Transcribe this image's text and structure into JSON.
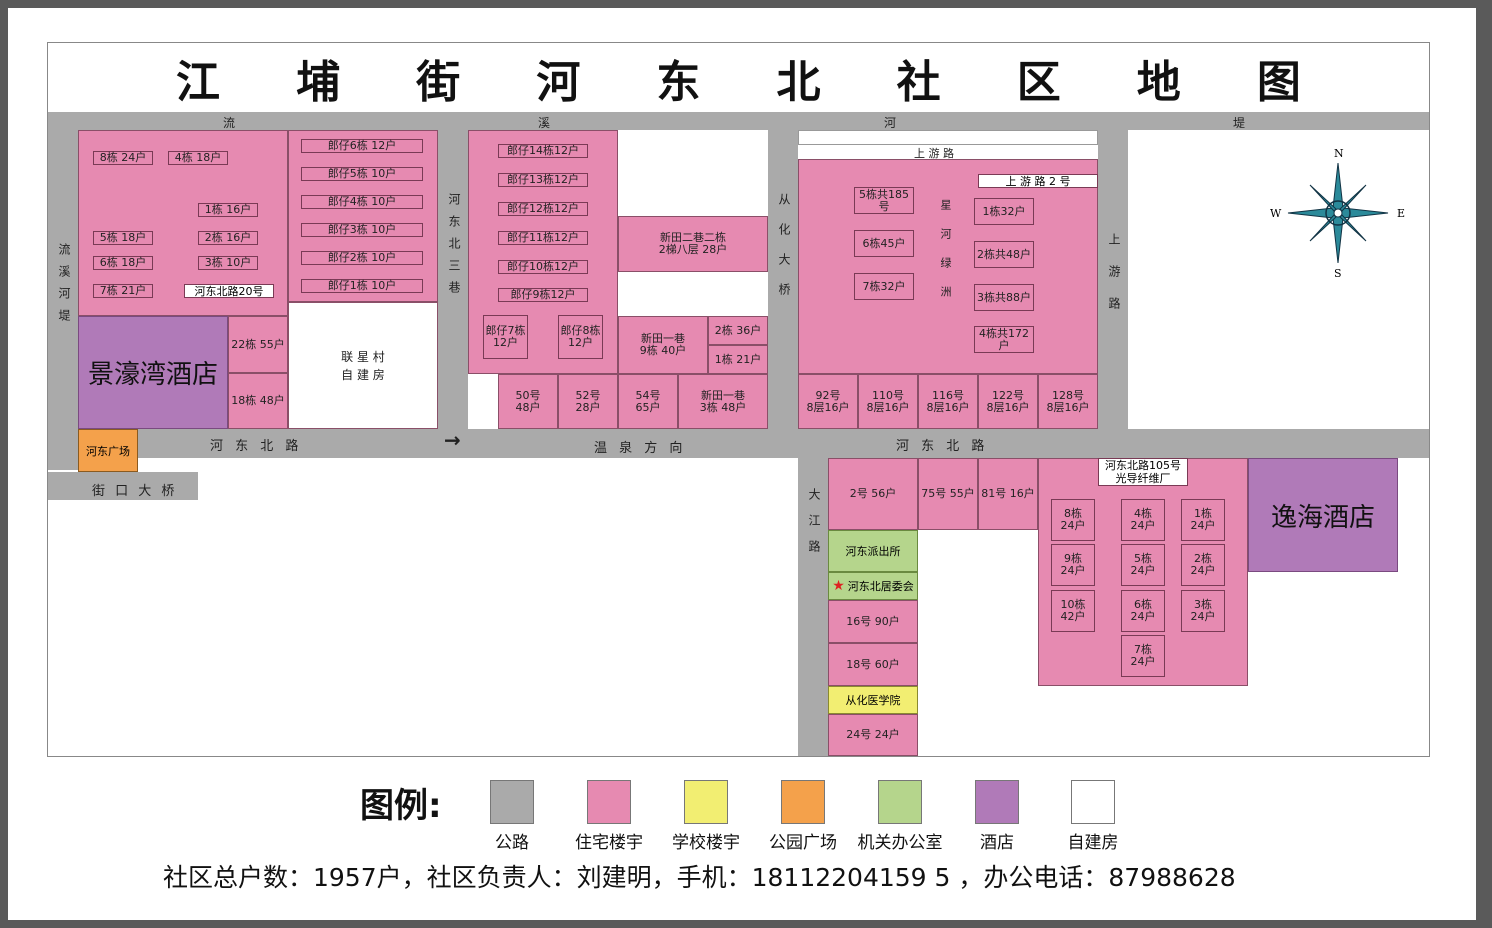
{
  "title": "江 埔 街 河 东 北 社 区 地 图",
  "title_chars": [
    "江",
    "埔",
    "街",
    "河",
    "东",
    "北",
    "社",
    "区",
    "地",
    "图"
  ],
  "roads": {
    "top_river": [
      "流",
      "溪",
      "河",
      "堤"
    ],
    "liuxi_left": "流溪河堤",
    "hedong_san": "河东北三巷",
    "conghua_bridge": "从化大桥",
    "shangyou_lu": "上游路",
    "shangyou_road_top": "上  游  路",
    "hedongbei_lu": "河 东 北 路",
    "hedongbei_lu_right": "河 东 北 路",
    "wenquan": "温 泉 方 向",
    "jiekou_bridge": "街 口 大 桥",
    "dajiang_lu": "大江路",
    "arrow": "→"
  },
  "colors": {
    "road": "#aaaaaa",
    "residential": "#e68ab1",
    "school": "#f2ee72",
    "park": "#f4a14b",
    "government": "#b5d58c",
    "hotel": "#b07ab8",
    "self_built": "#ffffff"
  },
  "blocks": {
    "a1": [
      "8栋 24户",
      "4栋 18户",
      "1栋 16户",
      "5栋 18户",
      "2栋 16户",
      "6栋 18户",
      "3栋 10户",
      "7栋 21户"
    ],
    "a1_addr": "河东北路20号",
    "jingyu_hotel": "景濠湾酒店",
    "b22": "22栋 55户",
    "b18": "18栋 48户",
    "park": "河东广场",
    "langzai_a": [
      "郎仔6栋  12户",
      "郎仔5栋  10户",
      "郎仔4栋  10户",
      "郎仔3栋  10户",
      "郎仔2栋  10户",
      "郎仔1栋  10户"
    ],
    "lianxing": "联 星 村\n自 建 房",
    "langzai_b": [
      "郎仔14栋12户",
      "郎仔13栋12户",
      "郎仔12栋12户",
      "郎仔11栋12户",
      "郎仔10栋12户",
      "郎仔9栋12户"
    ],
    "langzai7": "郎仔7栋\n12户",
    "langzai8": "郎仔8栋\n12户",
    "xintian2": "新田二巷二栋\n2梯八层 28户",
    "xintian1a": "新田一巷\n9栋 40户",
    "x2dong": "2栋 36户",
    "x1dong": "1栋 21户",
    "row1": [
      "50号\n48户",
      "52号\n28户",
      "54号\n65户",
      "新田一巷\n3栋 48户"
    ],
    "xinghe_name": "星河绿洲",
    "shangyou2": "上  游  路 2 号",
    "xinghe": [
      "5栋共185号",
      "6栋45户",
      "7栋32户",
      "1栋32户",
      "2栋共48户",
      "3栋共88户",
      "4栋共172户"
    ],
    "row2": [
      "92号\n8层16户",
      "110号\n8层16户",
      "116号\n8层16户",
      "122号\n8层16户",
      "128号\n8层16户"
    ],
    "south": [
      "2号 56户",
      "75号 55户",
      "81号 16户"
    ],
    "police": "河东派出所",
    "committee": "河东北居委会",
    "n16": "16号 90户",
    "n18": "18号 60户",
    "college": "从化医学院",
    "n24": "24号 24户",
    "factory": "河东北路105号\n光导纤维厂",
    "factory_bldgs": [
      "8栋\n24户",
      "4栋\n24户",
      "1栋\n24户",
      "9栋\n24户",
      "5栋\n24户",
      "2栋\n24户",
      "10栋\n42户",
      "6栋\n24户",
      "3栋\n24户",
      "7栋\n24户"
    ],
    "yihai_hotel": "逸海酒店"
  },
  "compass": {
    "n": "N",
    "s": "S",
    "e": "E",
    "w": "W"
  },
  "legend": {
    "title": "图例:",
    "items": [
      {
        "label": "公路",
        "color": "#aaaaaa"
      },
      {
        "label": "住宅楼宇",
        "color": "#e68ab1"
      },
      {
        "label": "学校楼宇",
        "color": "#f2ee72"
      },
      {
        "label": "公园广场",
        "color": "#f4a14b"
      },
      {
        "label": "机关办公室",
        "color": "#b5d58c"
      },
      {
        "label": "酒店",
        "color": "#b07ab8"
      },
      {
        "label": "自建房",
        "color": "#ffffff"
      }
    ]
  },
  "footer": "社区总户数：1957户，社区负责人：刘建明，手机：18112204159 5 ，办公电话：87988628"
}
